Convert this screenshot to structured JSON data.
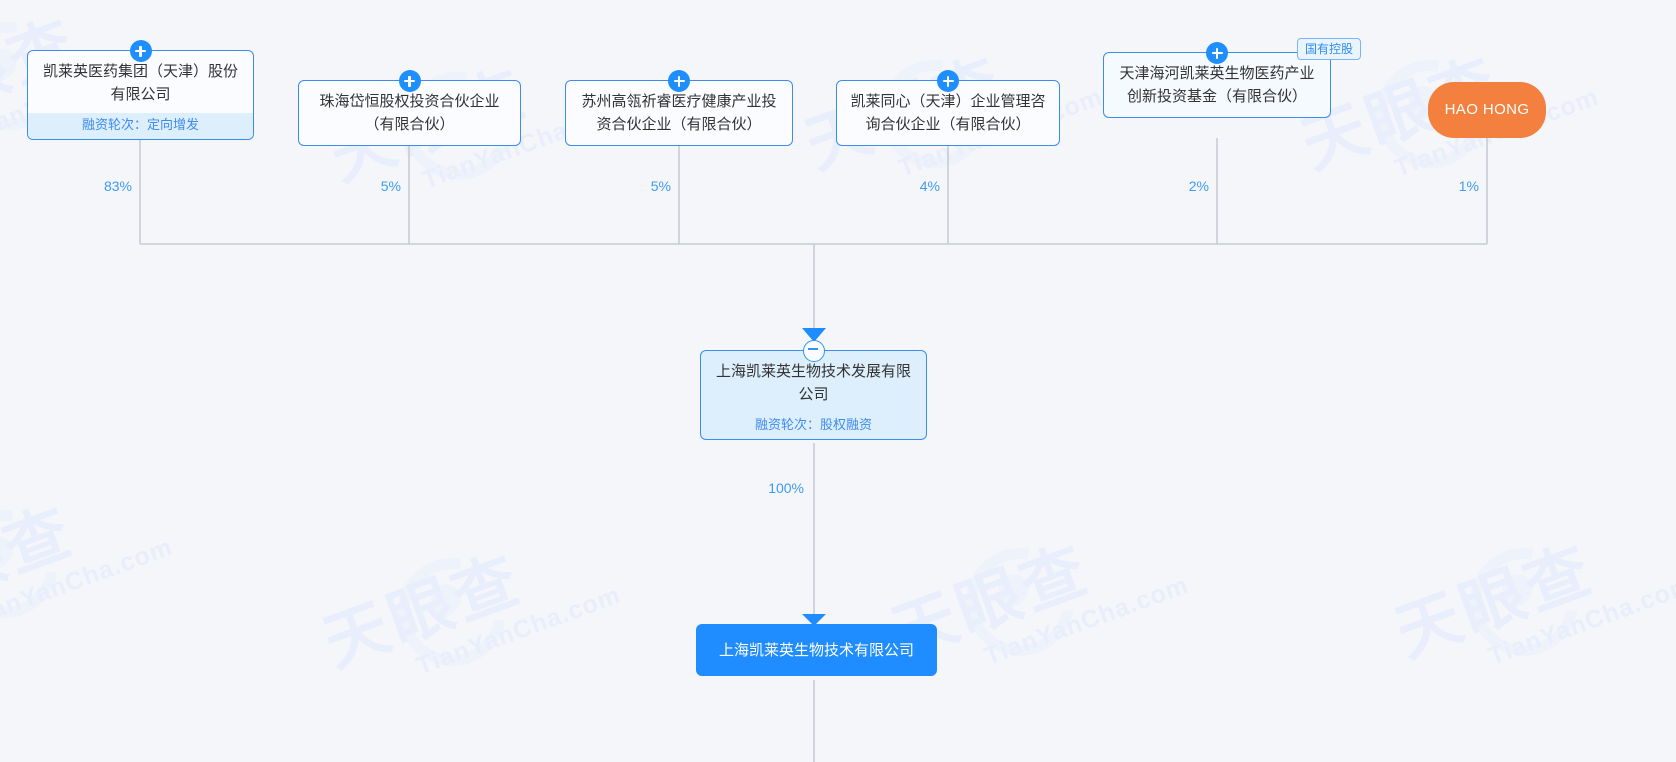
{
  "diagram": {
    "type": "ownership-structure-tree",
    "background_color": "#f5f6fa",
    "accent_color": "#1f8cff",
    "edge_label_color": "#3e9bf5",
    "shareholders": [
      {
        "id": "shareholder-1",
        "name": "凯莱英医药集团（天津）股份有限公司",
        "subtitle": "融资轮次：定向增发",
        "percent": "83%",
        "expand_icon": "plus-icon",
        "badge": null,
        "shape": "card"
      },
      {
        "id": "shareholder-2",
        "name": "珠海岱恒股权投资合伙企业（有限合伙）",
        "subtitle": null,
        "percent": "5%",
        "expand_icon": "plus-icon",
        "badge": null,
        "shape": "card"
      },
      {
        "id": "shareholder-3",
        "name": "苏州高瓴祈睿医疗健康产业投资合伙企业（有限合伙）",
        "subtitle": null,
        "percent": "5%",
        "expand_icon": "plus-icon",
        "badge": null,
        "shape": "card"
      },
      {
        "id": "shareholder-4",
        "name": "凯莱同心（天津）企业管理咨询合伙企业（有限合伙）",
        "subtitle": null,
        "percent": "4%",
        "expand_icon": "plus-icon",
        "badge": null,
        "shape": "card"
      },
      {
        "id": "shareholder-5",
        "name": "天津海河凯莱英生物医药产业创新投资基金（有限合伙）",
        "subtitle": null,
        "percent": "2%",
        "expand_icon": "plus-icon",
        "badge": "国有控股",
        "shape": "card"
      },
      {
        "id": "shareholder-6",
        "name": "HAO HONG",
        "subtitle": null,
        "percent": "1%",
        "expand_icon": null,
        "badge": null,
        "shape": "pill",
        "color": "#f3803f"
      }
    ],
    "center": {
      "id": "center-company",
      "name": "上海凯莱英生物技术发展有限公司",
      "subtitle": "融资轮次：股权融资",
      "collapse_icon": "minus-icon",
      "percent_to_child": "100%"
    },
    "child": {
      "id": "child-company",
      "name": "上海凯莱英生物技术有限公司",
      "highlight_color": "#1f8cff"
    },
    "watermark": {
      "text_cn": "天眼查",
      "text_en": "TianYanCha.com",
      "logo": "tianyancha-swirl-logo"
    }
  }
}
